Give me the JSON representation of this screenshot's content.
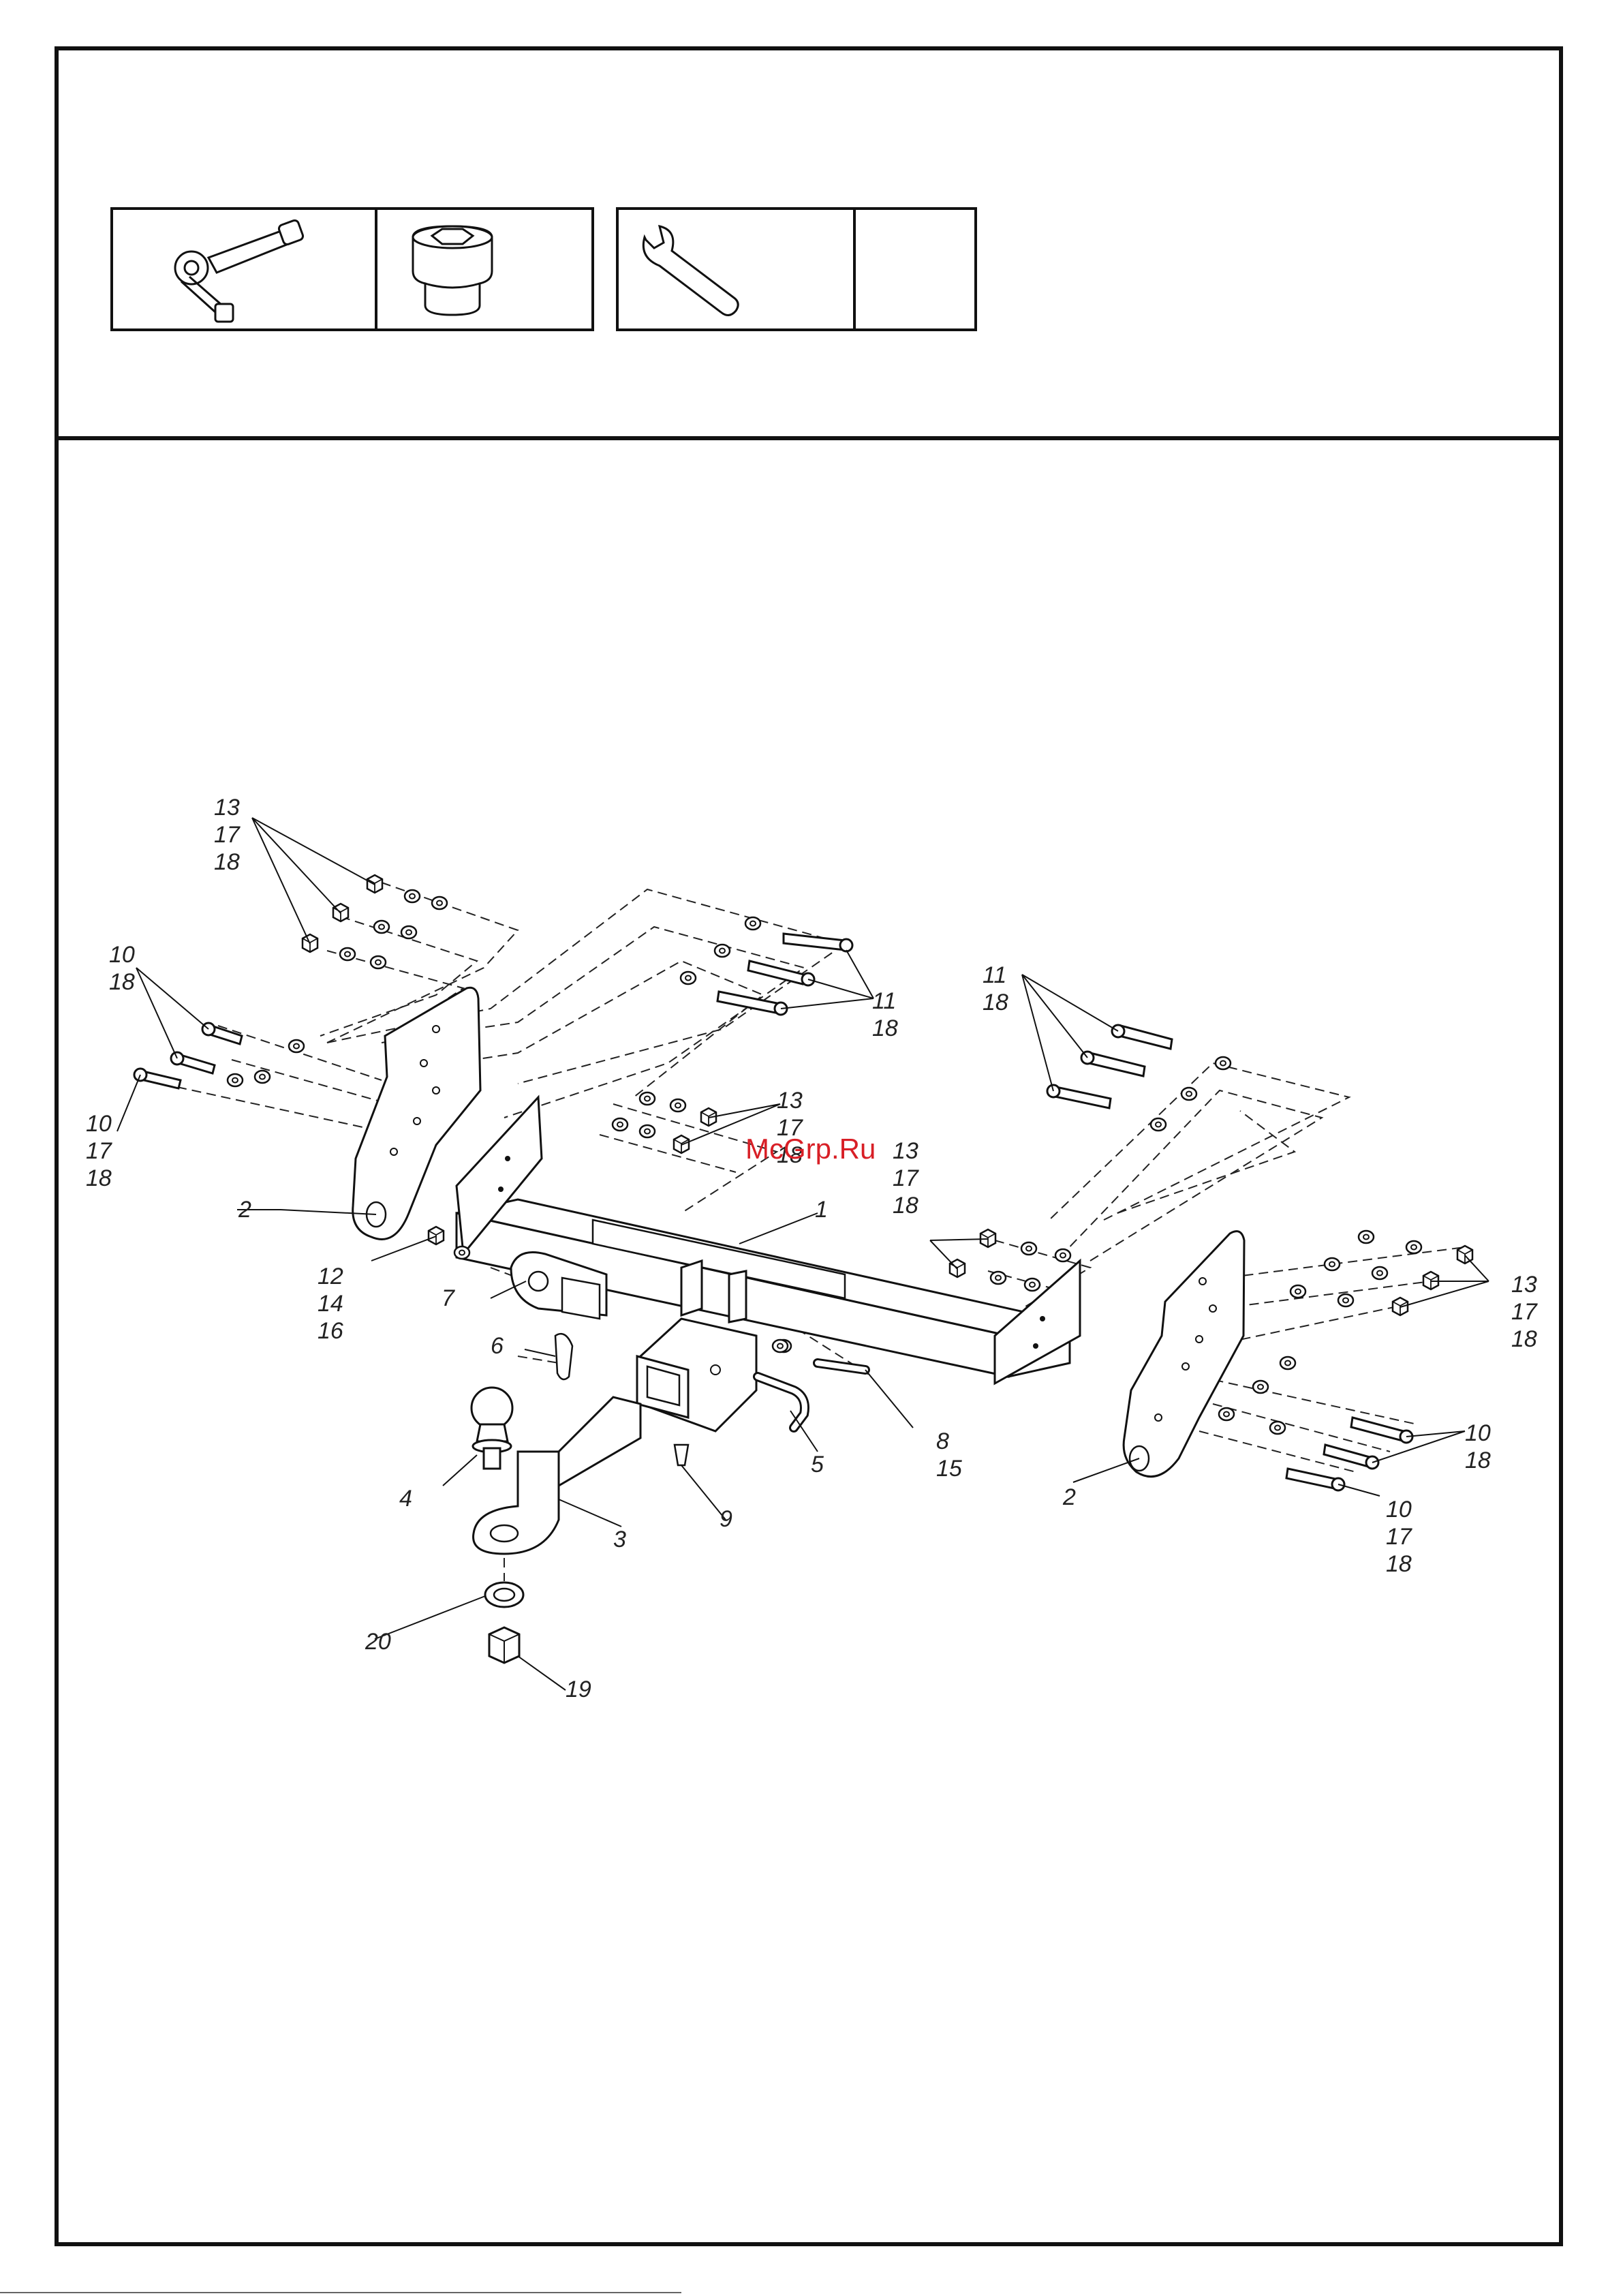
{
  "tools": {
    "ratchet": {
      "icon": "ratchet-icon",
      "value": ""
    },
    "socket": {
      "icon": "socket-icon",
      "value": ""
    },
    "wrench": {
      "icon": "wrench-icon",
      "value": ""
    },
    "wrench_size": {
      "value": ""
    }
  },
  "watermark": "McGrp.Ru",
  "callouts": {
    "top_left_13_17_18": [
      "13",
      "17",
      "18"
    ],
    "left_10_18": [
      "10",
      "18"
    ],
    "left_10_17_18": [
      "10",
      "17",
      "18"
    ],
    "center_11_18": [
      "11",
      "18"
    ],
    "right_11_18": [
      "11",
      "18"
    ],
    "center_13_17_18": [
      "13",
      "17",
      "18"
    ],
    "mid_13_17_18": [
      "13",
      "17",
      "18"
    ],
    "right_13_17_18": [
      "13",
      "17",
      "18"
    ],
    "right_10_18": [
      "10",
      "18"
    ],
    "right_10_17_18": [
      "10",
      "17",
      "18"
    ],
    "p1": "1",
    "p2_left": "2",
    "p2_right": "2",
    "p12_14_16": [
      "12",
      "14",
      "16"
    ],
    "p7": "7",
    "p6": "6",
    "p4": "4",
    "p3": "3",
    "p5": "5",
    "p8_15": [
      "8",
      "15"
    ],
    "p9": "9",
    "p20": "20",
    "p19": "19"
  },
  "colors": {
    "line": "#111111",
    "watermark": "#d81f26"
  }
}
